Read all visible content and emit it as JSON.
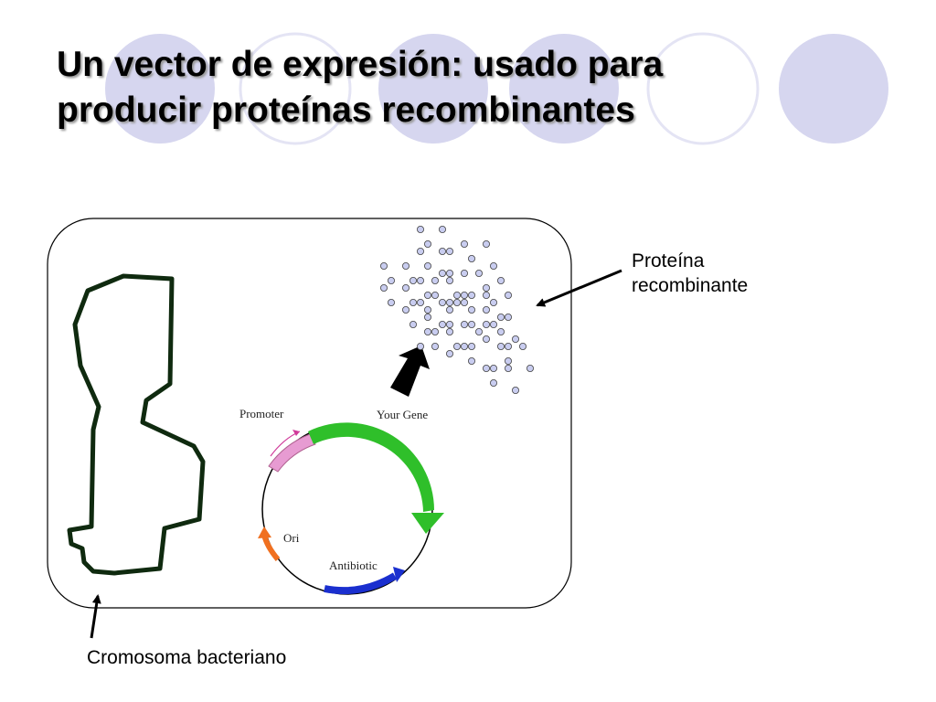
{
  "slide": {
    "title_line1": "Un vector de expresión: usado para",
    "title_line2": "producir proteínas recombinantes"
  },
  "labels": {
    "protein_line1": "Proteína",
    "protein_line2": "recombinante",
    "chromosome": "Cromosoma bacteriano"
  },
  "plasmid": {
    "promoter": "Promoter",
    "gene": "Your Gene",
    "ori": "Ori",
    "antibiotic": "Antibiotic"
  },
  "colors": {
    "circle_fill": "#d6d6ef",
    "circle_stroke": "#e4e4f4",
    "chromosome": "#0f2a0f",
    "promoter": "#e79bd2",
    "gene": "#2fbf2a",
    "ori": "#f07020",
    "antibiotic": "#1a2fcf",
    "protein_dot": "#c9cdf0"
  }
}
